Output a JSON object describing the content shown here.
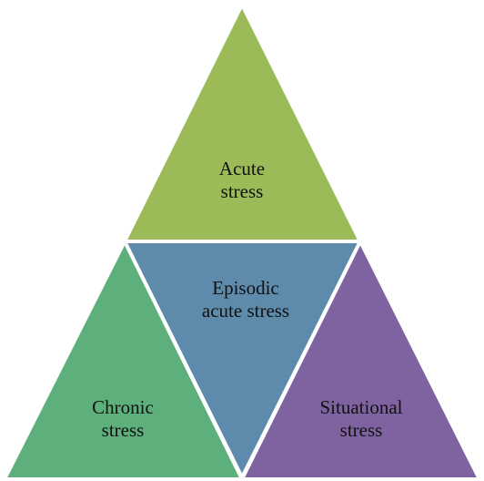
{
  "diagram": {
    "acute": {
      "line1": "Acute",
      "line2": "stress",
      "color": "#9BBB59"
    },
    "episodic": {
      "line1": "Episodic",
      "line2": "acute stress",
      "color": "#5E8BAB"
    },
    "chronic": {
      "line1": "Chronic",
      "line2": "stress",
      "color": "#5DB07C"
    },
    "situational": {
      "line1": "Situational",
      "line2": "stress",
      "color": "#7E63A0"
    }
  }
}
